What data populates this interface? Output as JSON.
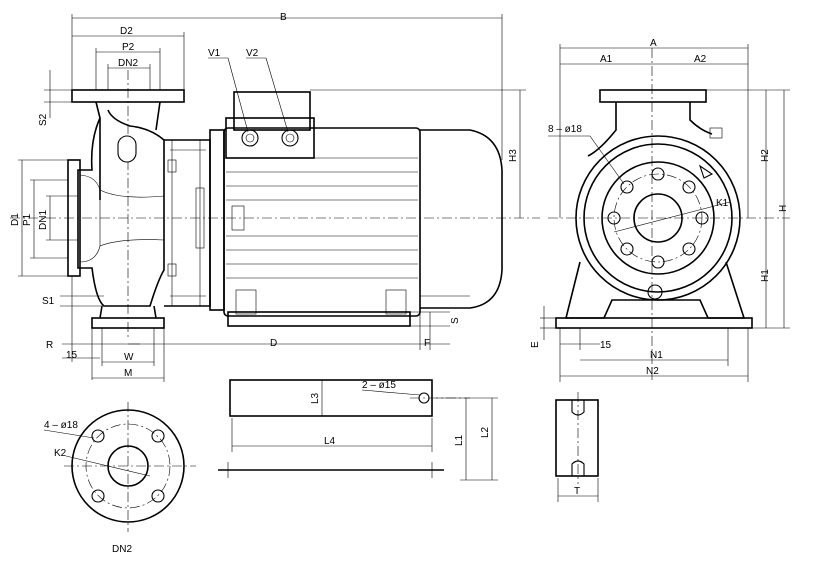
{
  "labels": {
    "B": "B",
    "D2": "D2",
    "P2": "P2",
    "DN2_top": "DN2",
    "V1": "V1",
    "V2": "V2",
    "S2": "S2",
    "H3": "H3",
    "D1": "D1",
    "DN1": "DN1",
    "P1": "P1",
    "S1": "S1",
    "R": "R",
    "dim15_left": "15",
    "W": "W",
    "M": "M",
    "D": "D",
    "F": "F",
    "S": "S",
    "A": "A",
    "A1": "A1",
    "A2": "A2",
    "holes_8": "8 – ø18",
    "K1": "K1",
    "H2": "H2",
    "H": "H",
    "H1": "H1",
    "E": "E",
    "dim15_right": "15",
    "N1": "N1",
    "N2": "N2",
    "L3": "L3",
    "holes_2": "2 – ø15",
    "L4": "L4",
    "L1": "L1",
    "L2": "L2",
    "holes_4": "4 – ø18",
    "K2": "K2",
    "T": "T",
    "DN2_caption": "DN2"
  }
}
